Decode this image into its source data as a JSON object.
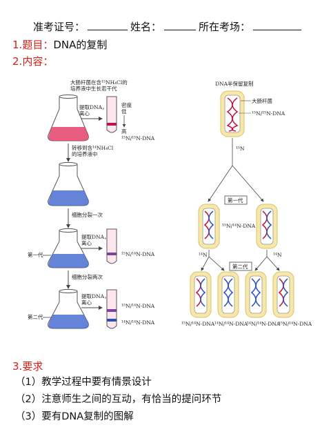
{
  "header": {
    "exam_id_label": "准考证号：",
    "name_label": "姓名：",
    "venue_label": "所在考场："
  },
  "section1": {
    "number": "1.",
    "label": "题目：",
    "title": "DNA的复制"
  },
  "section2": {
    "number": "2.",
    "label": "内容："
  },
  "section3": {
    "number": "3.",
    "label": "要求"
  },
  "requirements": [
    "（1）教学过程中要有情景设计",
    "（2）注意师生之间的互动，有恰当的提问环节",
    "（3）要有DNA复制的图解"
  ],
  "figure_left": {
    "culture_label": [
      "大肠杆菌在含¹⁵NH₄Cl的",
      "培养液中生长若干代"
    ],
    "extract_label_1": [
      "提取DNA，",
      "离心"
    ],
    "density_low": "低",
    "density_label": "密度",
    "density_high": "高",
    "band_heavy": "¹⁵N/¹⁵N-DNA",
    "transfer_label": [
      "转移到含¹⁴NH₄Cl",
      "的培养液中"
    ],
    "divide_once": "细胞分裂一次",
    "gen1_label": "第一代",
    "extract_label_2": [
      "提取DNA，",
      "离心"
    ],
    "band_hybrid_1": "¹⁵N/¹⁴N-DNA",
    "divide_twice": "细胞分裂两次",
    "gen2_label": "第二代",
    "extract_label_3": [
      "提取DNA，",
      "离心"
    ],
    "band_hybrid_2": "¹⁵N/¹⁴N-DNA",
    "band_light": "¹⁴N/¹⁴N-DNA"
  },
  "figure_right": {
    "title": "DNA半保留复制",
    "ecoli_label": "大肠杆菌",
    "parent_label": "¹⁵N/¹⁵N-DNA",
    "n15": "¹⁵N",
    "gen1_box": "第一代",
    "gen1_dna": "¹⁵N/¹⁴N-DNA",
    "n14_left": "¹⁴N",
    "n14_right": "¹⁴N",
    "gen2_box": "第二代",
    "gen2_dna": [
      "¹⁵N/¹⁴N-DNA",
      "¹⁴N/¹⁴N-DNA",
      "¹⁴N/¹⁴N-DNA",
      "¹⁵N/¹⁴N-DNA"
    ]
  },
  "colors": {
    "heading_red": "#d0201a",
    "heavy_medium": "#e5416b",
    "light_medium": "#4a6fd0",
    "bubble_yellow": "#f7e7a8"
  }
}
